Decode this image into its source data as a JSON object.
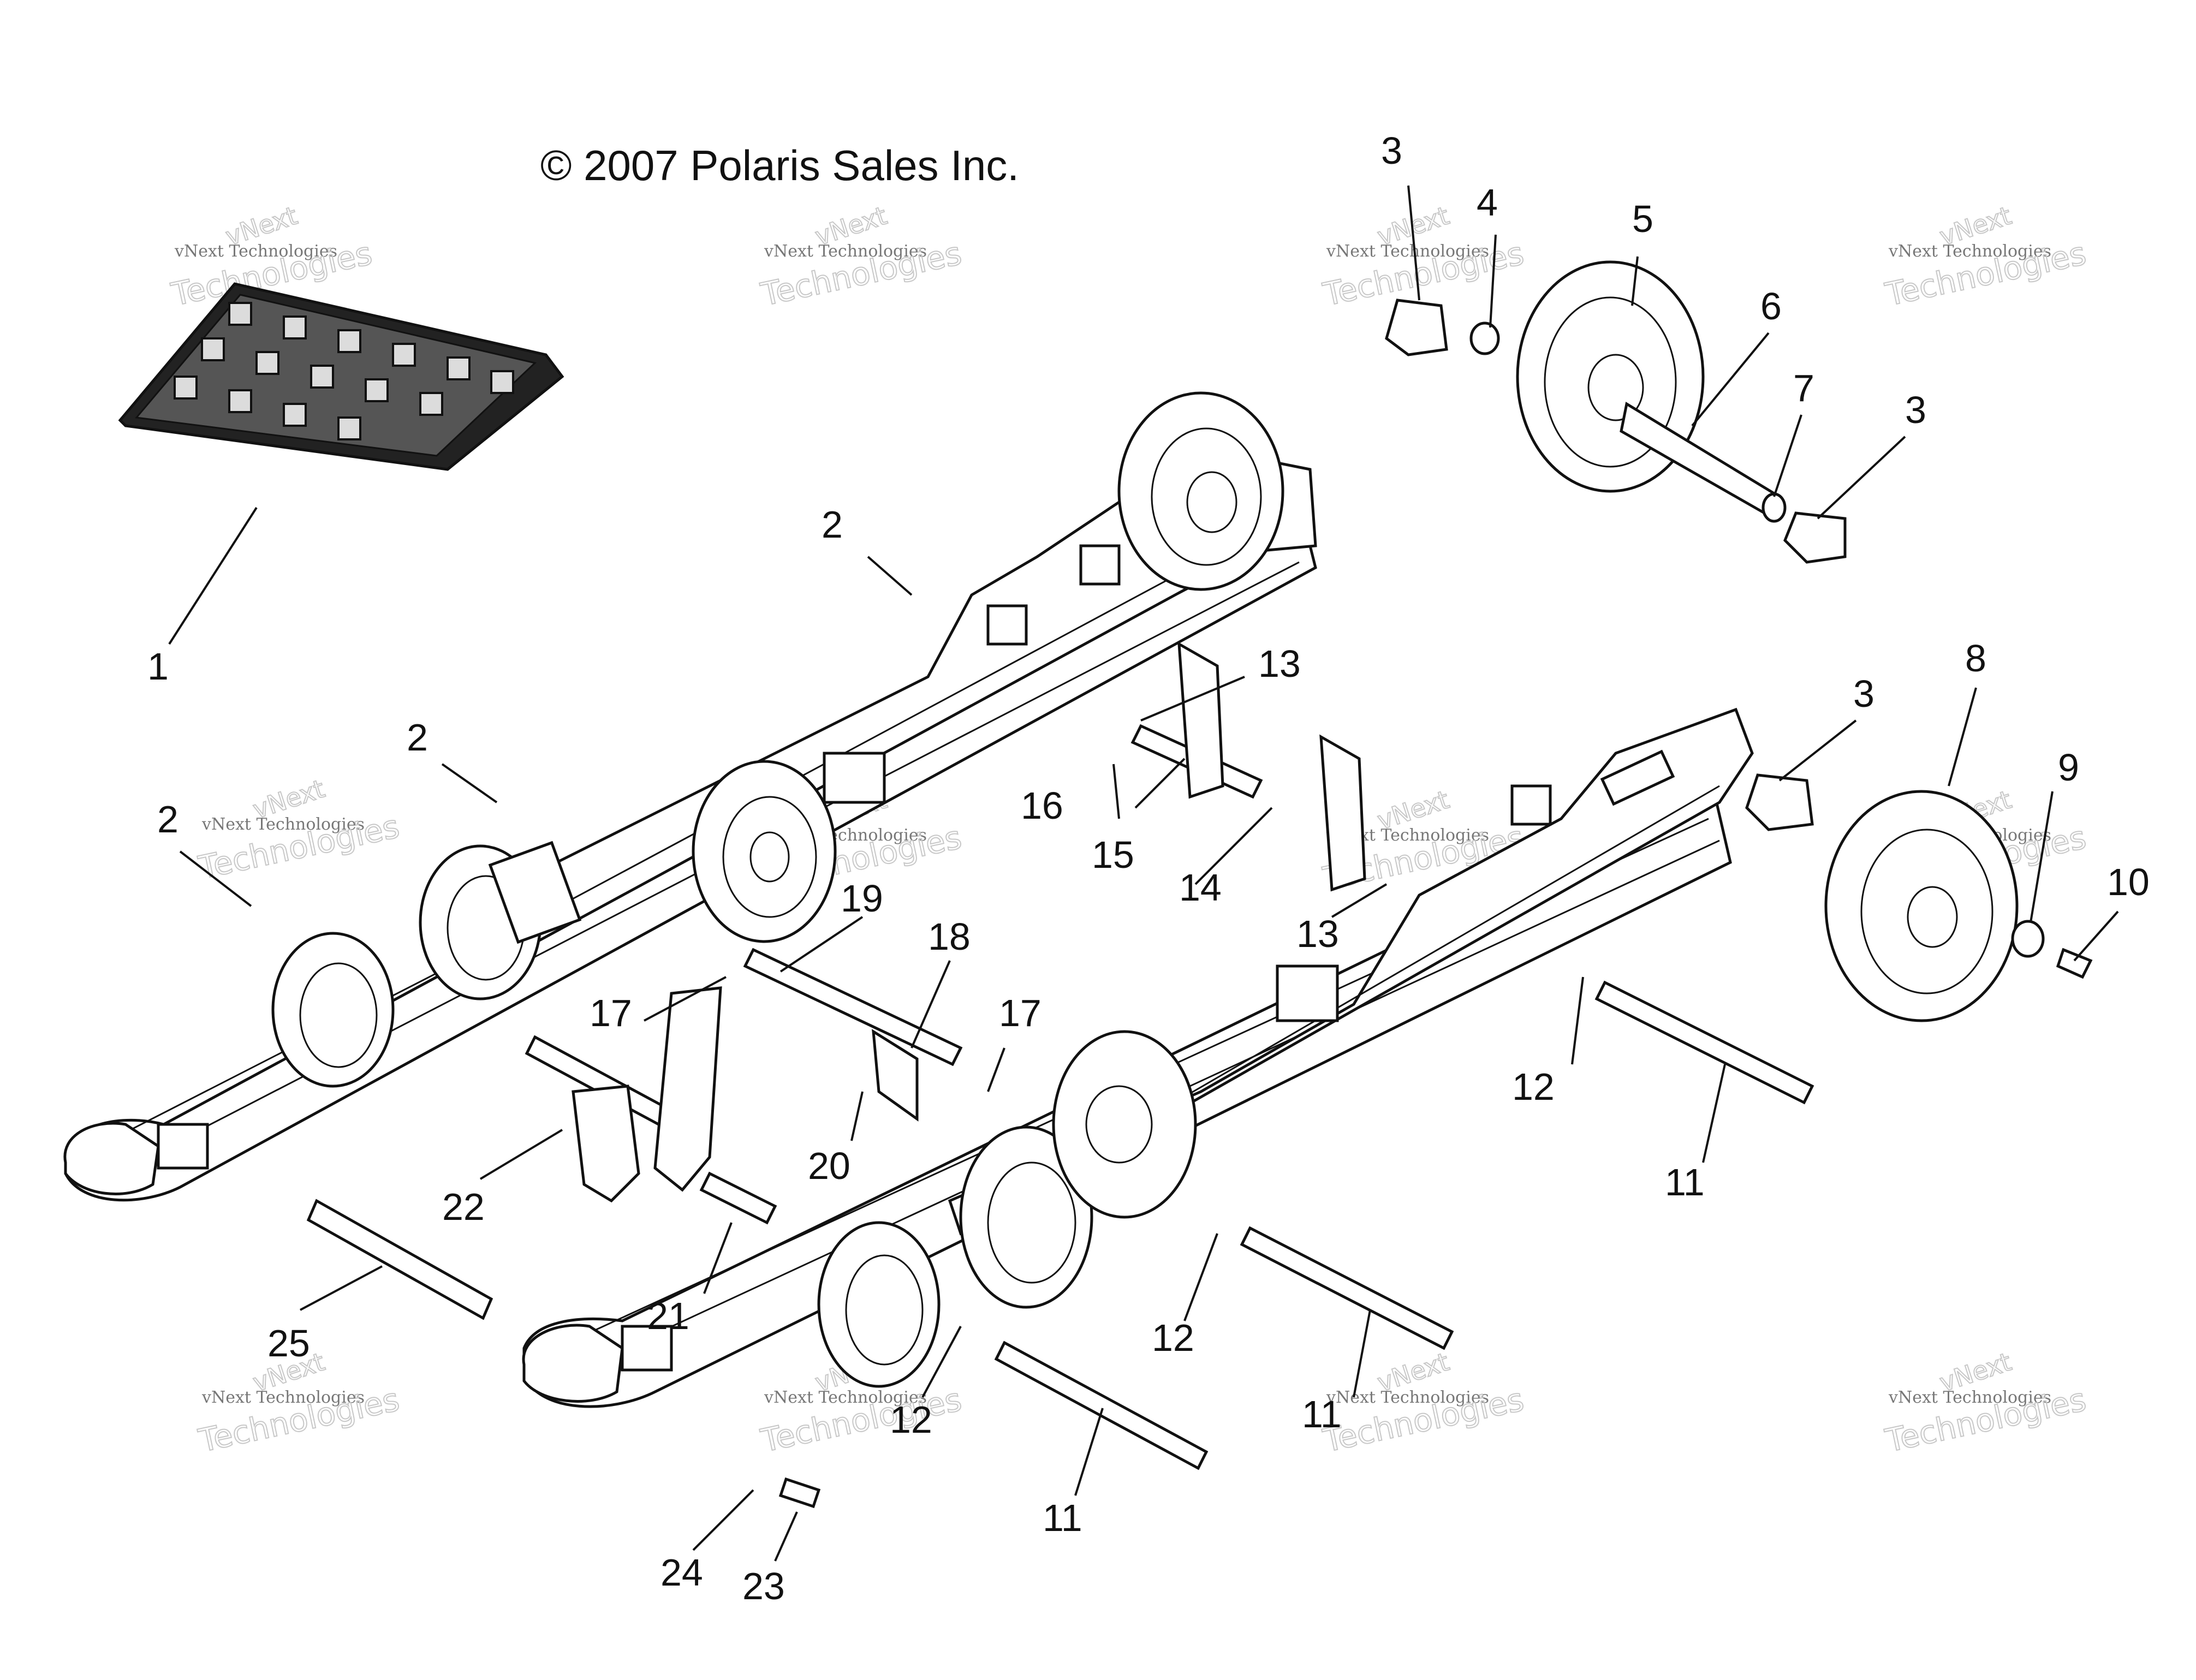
{
  "copyright": "© 2007 Polaris Sales Inc.",
  "watermark": {
    "line1": "vNext Technologies",
    "line2": "Technologies",
    "line3": "vNext"
  },
  "callouts": [
    "1",
    "2",
    "2",
    "2",
    "3",
    "4",
    "5",
    "6",
    "7",
    "3",
    "3",
    "8",
    "9",
    "10",
    "11",
    "11",
    "11",
    "12",
    "12",
    "12",
    "13",
    "13",
    "14",
    "15",
    "16",
    "17",
    "17",
    "18",
    "19",
    "20",
    "21",
    "22",
    "23",
    "24",
    "25"
  ]
}
